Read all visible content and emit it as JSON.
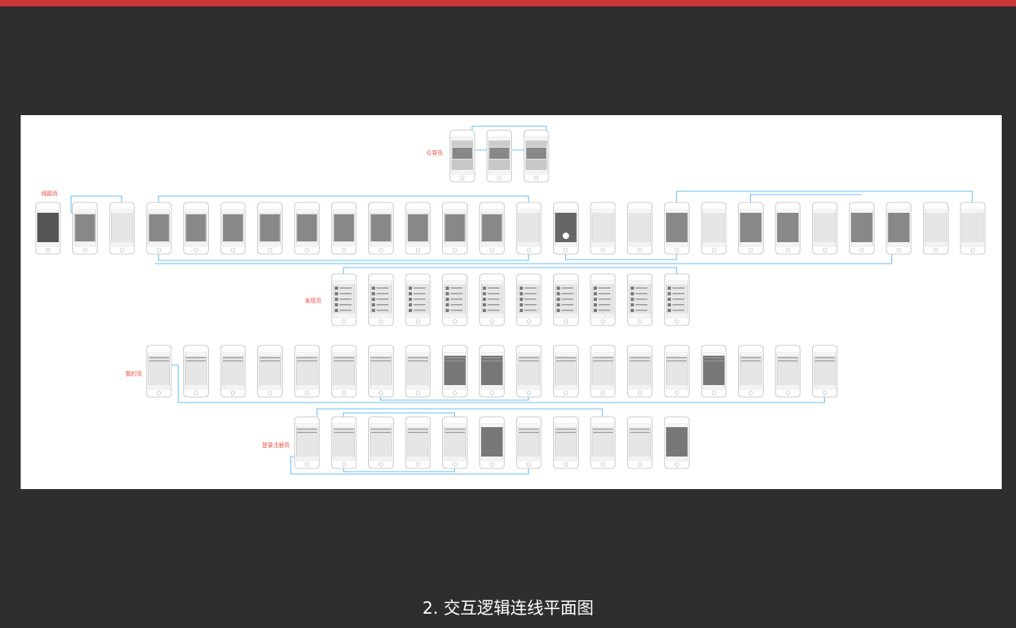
{
  "slide": {
    "caption": "2. 交互逻辑连线平面图",
    "accent_color": "#c9373a",
    "connector_color": "#3aa8f0",
    "label_color": "#e8463f"
  },
  "sections": [
    {
      "id": "guide",
      "label": "引导页",
      "screens": 3
    },
    {
      "id": "route",
      "label": "线路页",
      "screens": 26
    },
    {
      "id": "discover",
      "label": "发现页",
      "screens": 10
    },
    {
      "id": "mine",
      "label": "我的页",
      "screens": 19
    },
    {
      "id": "login",
      "label": "登录注册页",
      "screens": 11
    }
  ]
}
